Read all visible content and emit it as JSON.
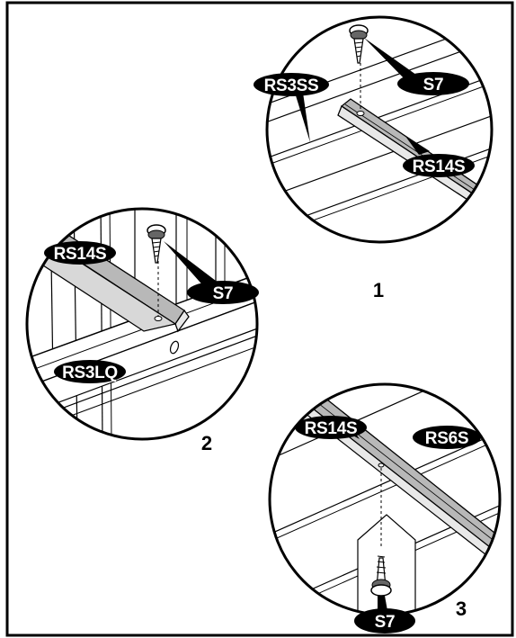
{
  "labels": {
    "rs3ss": "RS3SS",
    "rs14s": "RS14S",
    "s7": "S7",
    "rs3lq": "RS3LQ",
    "rs6s": "RS6S"
  },
  "steps": {
    "one": "1",
    "two": "2",
    "three": "3"
  }
}
